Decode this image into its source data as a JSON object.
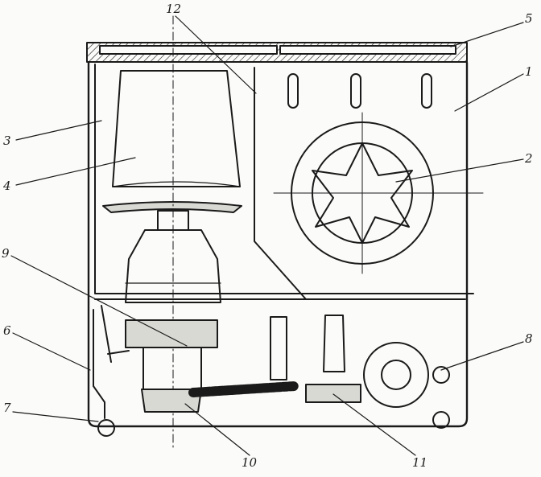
{
  "diagram": {
    "callouts": [
      {
        "id": "c1",
        "text": "1"
      },
      {
        "id": "c2",
        "text": "2"
      },
      {
        "id": "c3",
        "text": "3"
      },
      {
        "id": "c4",
        "text": "4"
      },
      {
        "id": "c5",
        "text": "5"
      },
      {
        "id": "c6",
        "text": "6"
      },
      {
        "id": "c7",
        "text": "7"
      },
      {
        "id": "c8",
        "text": "8"
      },
      {
        "id": "c9",
        "text": "9"
      },
      {
        "id": "c10",
        "text": "10"
      },
      {
        "id": "c11",
        "text": "11"
      },
      {
        "id": "c12",
        "text": "12"
      }
    ]
  },
  "colors": {
    "ink": "#1a1a1a",
    "paper": "#fbfbf9",
    "shade": "#d9d9d4"
  }
}
